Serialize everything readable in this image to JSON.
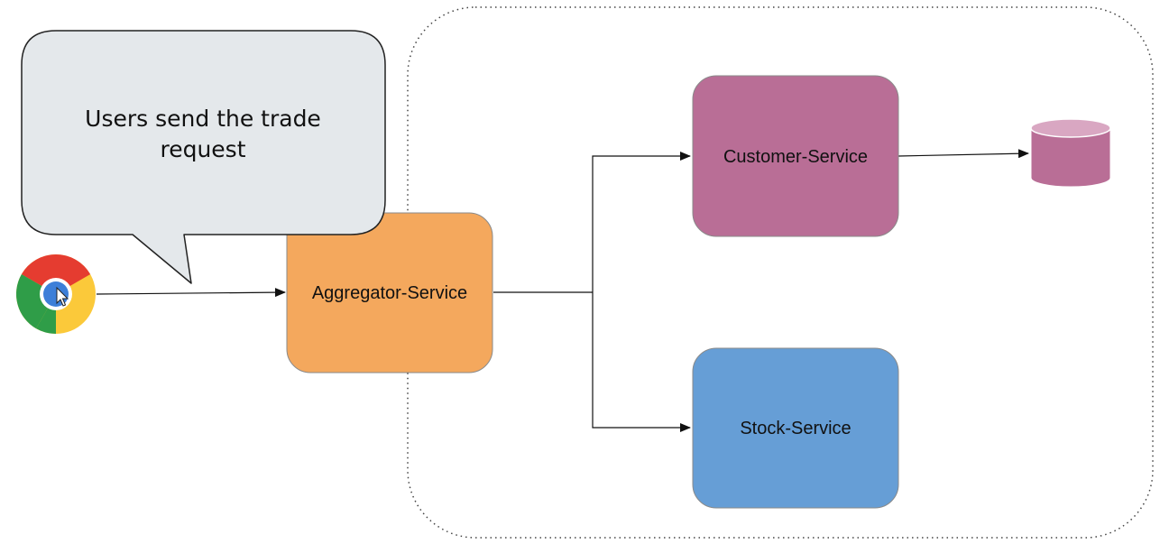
{
  "callout": {
    "line1": "Users send the trade",
    "line2": "request"
  },
  "client": {
    "icon": "chrome-browser-icon"
  },
  "nodes": {
    "aggregator": {
      "label": "Aggregator-Service",
      "color": "#f4a85d"
    },
    "customer": {
      "label": "Customer-Service",
      "color": "#b96e96"
    },
    "stock": {
      "label": "Stock-Service",
      "color": "#669ed6"
    },
    "database": {
      "icon": "database-icon",
      "color": "#b96e96"
    }
  },
  "boundary": {
    "style": "dotted",
    "color": "#555555"
  },
  "callout_color": "#e4e8eb"
}
